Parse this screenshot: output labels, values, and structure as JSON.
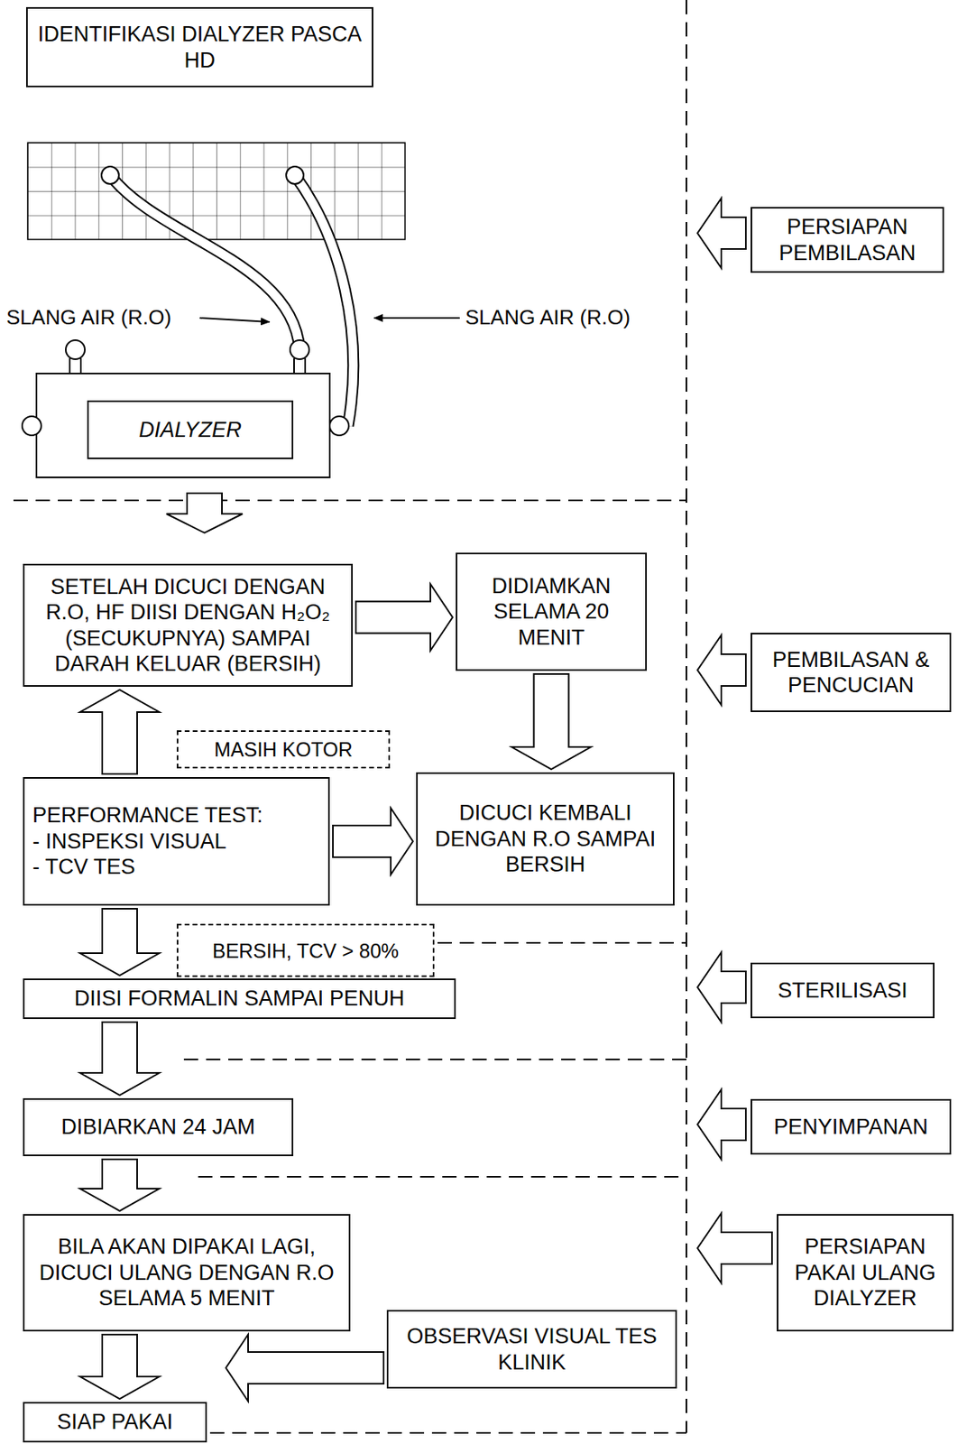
{
  "diagram": {
    "nodes": [
      {
        "text": [
          "IDENTIFIKASI DIALYZER PASCA HD"
        ]
      },
      {
        "text": [
          "PERSIAPAN PEMBILASAN"
        ]
      },
      {
        "text": [
          "DIALYZER"
        ]
      },
      {
        "text": [
          "SETELAH DICUCI DENGAN R.O, HF DIISI DENGAN H₂O₂ (SECUKUPNYA) SAMPAI DARAH KELUAR (BERSIH)"
        ]
      },
      {
        "text": [
          "DIDIAMKAN SELAMA 20 MENIT"
        ]
      },
      {
        "text": [
          "PEMBILASAN & PENCUCIAN"
        ]
      },
      {
        "text": [
          "MASIH KOTOR"
        ]
      },
      {
        "text": [
          "PERFORMANCE TEST:",
          "- INSPEKSI VISUAL",
          "- TCV TES"
        ]
      },
      {
        "text": [
          "DICUCI KEMBALI DENGAN R.O SAMPAI BERSIH"
        ]
      },
      {
        "text": [
          "BERSIH, TCV > 80%"
        ]
      },
      {
        "text": [
          "DIISI FORMALIN SAMPAI PENUH"
        ]
      },
      {
        "text": [
          "STERILISASI"
        ]
      },
      {
        "text": [
          "DIBIARKAN 24 JAM"
        ]
      },
      {
        "text": [
          "PENYIMPANAN"
        ]
      },
      {
        "text": [
          "BILA AKAN DIPAKAI LAGI, DICUCI ULANG DENGAN R.O SELAMA 5 MENIT"
        ]
      },
      {
        "text": [
          "PERSIAPAN PAKAI ULANG DIALYZER"
        ]
      },
      {
        "text": [
          "OBSERVASI VISUAL TES KLINIK"
        ]
      },
      {
        "text": [
          "SIAP PAKAI"
        ]
      }
    ],
    "edges": [
      {
        "from": 3,
        "to": 4,
        "arrow": "to"
      },
      {
        "from": 4,
        "to": 8,
        "arrow": "to"
      },
      {
        "from": 7,
        "to": 8,
        "arrow": "to"
      },
      {
        "from": 7,
        "to": 3,
        "arrow": "to"
      },
      {
        "from": 7,
        "to": 10,
        "arrow": "to"
      },
      {
        "from": 10,
        "to": 12,
        "arrow": "to"
      },
      {
        "from": 12,
        "to": 14,
        "arrow": "to"
      },
      {
        "from": 14,
        "to": 17,
        "arrow": "to"
      },
      {
        "from": 16,
        "to": 17,
        "arrow": "to"
      }
    ],
    "labels": [
      "SLANG AIR (R.O)",
      "SLANG AIR (R.O)"
    ]
  }
}
